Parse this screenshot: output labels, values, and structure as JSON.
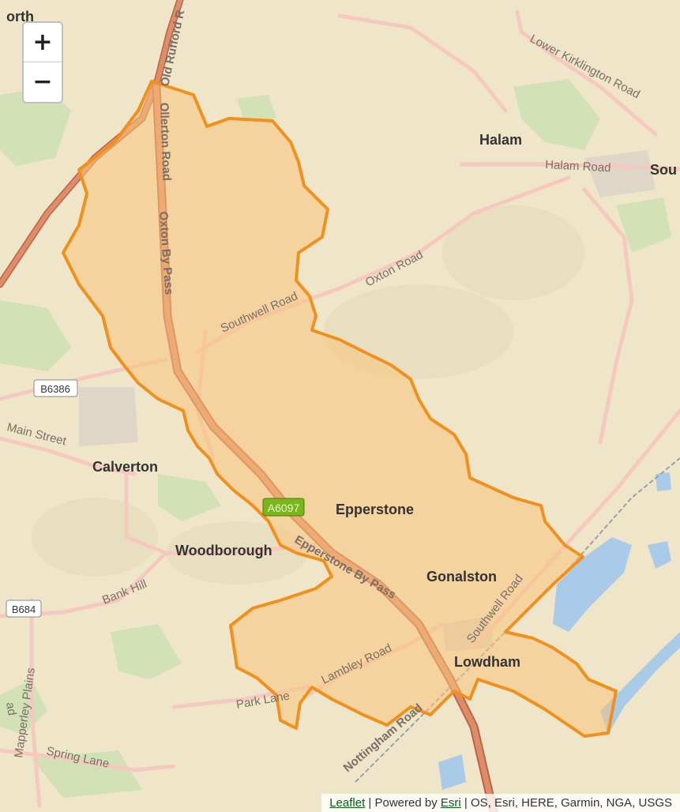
{
  "map": {
    "zoom_in_label": "+",
    "zoom_out_label": "−",
    "places": {
      "north_edge": "orth",
      "halam": "Halam",
      "south_edge": "Sou",
      "calverton": "Calverton",
      "woodborough": "Woodborough",
      "epperstone": "Epperstone",
      "gonalston": "Gonalston",
      "lowdham": "Lowdham"
    },
    "roads": {
      "rufford_road": "Old Rufford R",
      "ollerton_road": "Ollerton Road",
      "oxton_by_pass": "Oxton By Pass",
      "lower_kirklington_road": "Lower Kirklington Road",
      "halam_road": "Halam Road",
      "oxton_road": "Oxton Road",
      "southwell_road_north": "Southwell Road",
      "main_street": "Main Street",
      "bank_hill": "Bank Hill",
      "epperstone_by_pass": "Epperstone By Pass",
      "southwell_road_south": "Southwell Road",
      "lambley_road": "Lambley Road",
      "park_lane": "Park Lane",
      "nottingham_road": "Nottingham Road",
      "spring_lane": "Spring Lane",
      "mapperley_plains": "Mapperley Plains",
      "edge_road": "ad"
    },
    "shields": {
      "b6386": "B6386",
      "b684": "B684",
      "a6097": "A6097"
    },
    "boundary_color": "#f0901e",
    "boundary_fill": "#f7c27a"
  },
  "attribution": {
    "leaflet": "Leaflet",
    "sep1": " | Powered by ",
    "esri": "Esri",
    "rest": " | OS, Esri, HERE, Garmin, NGA, USGS"
  }
}
